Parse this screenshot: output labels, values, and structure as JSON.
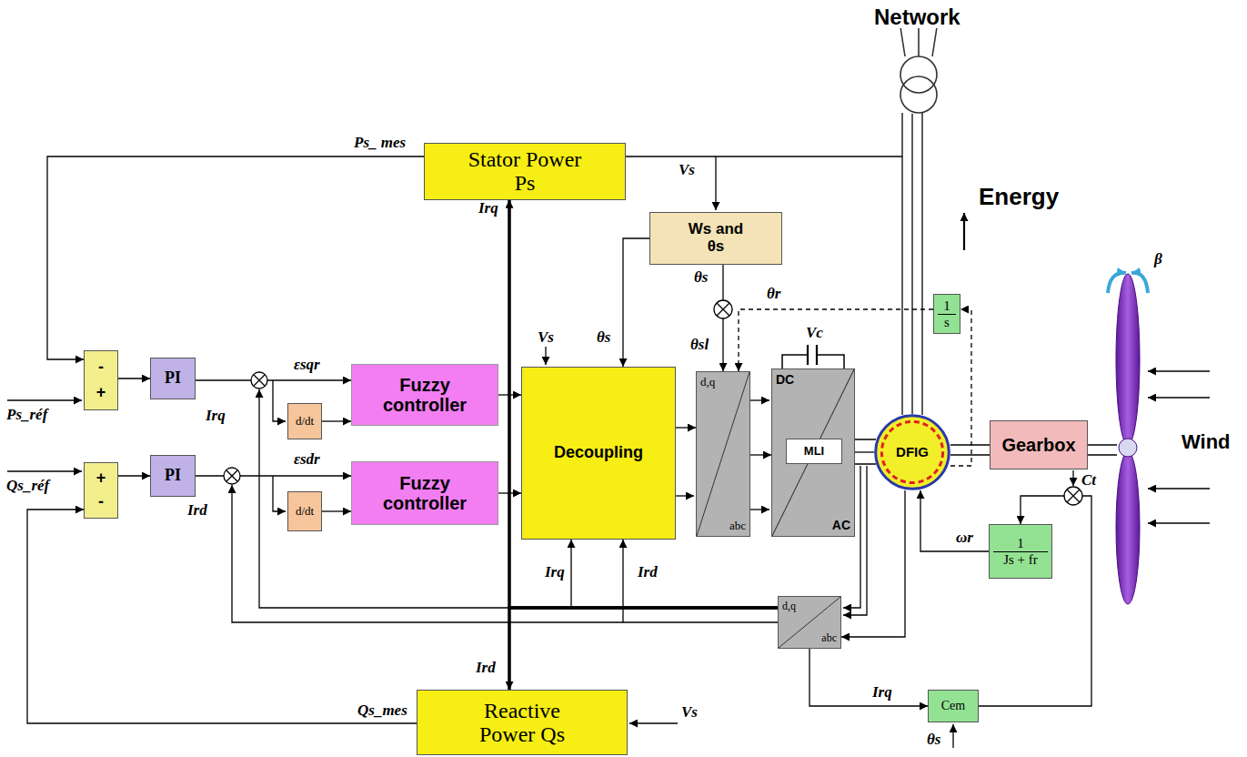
{
  "diagram": {
    "nodes": [
      {
        "text": [
          "Stator Power Ps"
        ]
      },
      {
        "text": [
          "Ws and θs"
        ]
      },
      {
        "text": [
          "-",
          "+"
        ]
      },
      {
        "text": [
          "PI"
        ]
      },
      {
        "text": [
          "Fuzzy controller"
        ]
      },
      {
        "text": [
          "d/dt"
        ]
      },
      {
        "text": [
          "Decoupling"
        ]
      },
      {
        "text": [
          "d,q",
          "abc"
        ]
      },
      {
        "text": [
          "DC",
          "AC"
        ]
      },
      {
        "text": [
          "MLI"
        ],
        "in": 8
      },
      {
        "text": [
          "DFIG"
        ]
      },
      {
        "text": [
          "Gearbox"
        ]
      },
      {
        "text": [
          "1",
          "s"
        ]
      },
      {
        "text": [
          "+",
          "-"
        ]
      },
      {
        "text": [
          "PI"
        ]
      },
      {
        "text": [
          "Fuzzy controller"
        ]
      },
      {
        "text": [
          "d/dt"
        ]
      },
      {
        "text": [
          "1",
          "Js + fr"
        ]
      },
      {
        "text": [
          "d,q",
          "abc"
        ]
      },
      {
        "text": [
          "Reactive Power Qs"
        ]
      },
      {
        "text": [
          "Cem"
        ]
      }
    ],
    "edges": [
      {
        "from": 2,
        "to": 3,
        "arrow": "to"
      },
      {
        "from": 3,
        "to": 4,
        "arrow": "to"
      },
      {
        "from": 5,
        "to": 4,
        "arrow": "to"
      },
      {
        "from": 4,
        "to": 6,
        "arrow": "to"
      },
      {
        "from": 13,
        "to": 14,
        "arrow": "to"
      },
      {
        "from": 14,
        "to": 15,
        "arrow": "to"
      },
      {
        "from": 16,
        "to": 15,
        "arrow": "to"
      },
      {
        "from": 15,
        "to": 6,
        "arrow": "to"
      },
      {
        "from": 6,
        "to": 7,
        "arrow": "to"
      },
      {
        "from": 7,
        "to": 8,
        "arrow": "to"
      },
      {
        "from": 8,
        "to": 10,
        "arrow": "none"
      },
      {
        "from": 11,
        "to": 10,
        "arrow": "none"
      },
      {
        "from": 0,
        "to": 2,
        "arrow": "to"
      },
      {
        "from": 19,
        "to": 13,
        "arrow": "to"
      },
      {
        "from": 1,
        "to": 6,
        "arrow": "to"
      },
      {
        "from": 1,
        "to": 7,
        "arrow": "to"
      },
      {
        "from": 12,
        "to": 7,
        "arrow": "to"
      },
      {
        "from": 10,
        "to": 12,
        "arrow": "to"
      },
      {
        "from": 17,
        "to": 10,
        "arrow": "to"
      },
      {
        "from": 20,
        "to": 17,
        "arrow": "to"
      },
      {
        "from": 18,
        "to": 6,
        "arrow": "to"
      },
      {
        "from": 18,
        "to": 6,
        "arrow": "to"
      },
      {
        "from": 18,
        "to": 0,
        "arrow": "to"
      },
      {
        "from": 18,
        "to": 19,
        "arrow": "to"
      },
      {
        "from": 18,
        "to": 20,
        "arrow": "to"
      },
      {
        "from": 10,
        "to": 18,
        "arrow": "to"
      }
    ],
    "labels": [
      "Network",
      "Energy",
      "Ps_ mes",
      "Vs",
      "Irq",
      "θs",
      "θr",
      "θsl",
      "Vs",
      "θs",
      "Vc",
      "β",
      "Wind",
      "Ps_réf",
      "εsqr",
      "Irq",
      "Qs_réf",
      "εsdr",
      "Ird",
      "Ct",
      "ωr",
      "Irq",
      "Ird",
      "Ird",
      "Irq",
      "Vs",
      "Qs_mes",
      "θs"
    ]
  }
}
